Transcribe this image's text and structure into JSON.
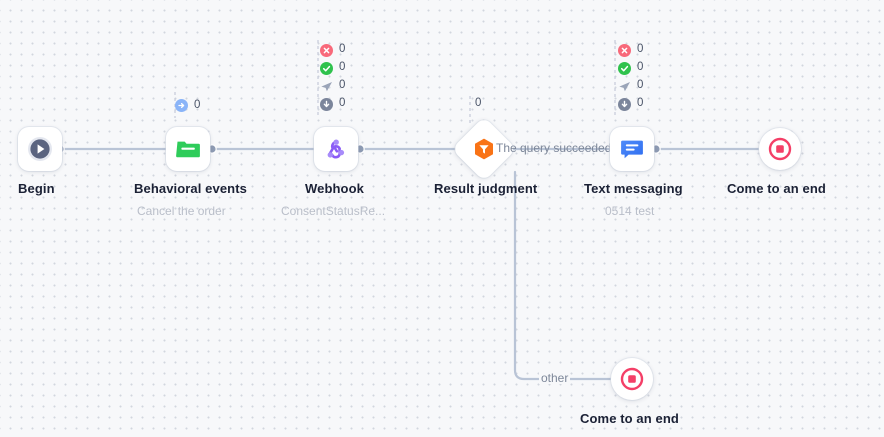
{
  "canvas": {
    "background": "#f7f8fa",
    "dot_color": "#d2d6de",
    "edge_color": "#b9c4d6"
  },
  "nodes": [
    {
      "id": "begin",
      "icon": "play-circle-icon",
      "title": "Begin",
      "subtitle": "",
      "shape": "rounded-square",
      "accent": "#5b6480"
    },
    {
      "id": "behavioral-events",
      "icon": "folder-icon",
      "title": "Behavioral events",
      "subtitle": "Cancel the order",
      "shape": "rounded-square",
      "accent": "#2ecc5a"
    },
    {
      "id": "webhook",
      "icon": "webhook-icon",
      "title": "Webhook",
      "subtitle": "ConsentStatusRe...",
      "shape": "rounded-square",
      "accent": "#8b5cf6"
    },
    {
      "id": "result-judgment",
      "icon": "filter-hexagon-icon",
      "title": "Result judgment",
      "subtitle": "",
      "shape": "diamond",
      "accent": "#f97316"
    },
    {
      "id": "text-messaging",
      "icon": "chat-bubble-icon",
      "title": "Text messaging",
      "subtitle": "0514 test",
      "shape": "rounded-square",
      "accent": "#3b82f6"
    },
    {
      "id": "end-top",
      "icon": "stop-circle-icon",
      "title": "Come to an end",
      "subtitle": "",
      "shape": "circle",
      "accent": "#f43f67"
    },
    {
      "id": "end-bottom",
      "icon": "stop-circle-icon",
      "title": "Come to an end",
      "subtitle": "",
      "shape": "circle",
      "accent": "#f43f67"
    }
  ],
  "stats": {
    "behavioral_events": {
      "icon": "arrow-right-circle-icon",
      "value": "0"
    },
    "webhook": [
      {
        "icon": "error-circle-icon",
        "label": "failed",
        "value": "0",
        "color": "#f8697a"
      },
      {
        "icon": "success-circle-icon",
        "label": "success",
        "value": "0",
        "color": "#2fc24d"
      },
      {
        "icon": "send-icon",
        "label": "sent",
        "value": "0",
        "color": "#9aa4b8"
      },
      {
        "icon": "download-circle-icon",
        "label": "received",
        "value": "0",
        "color": "#7b859b"
      }
    ],
    "result_judgment": {
      "value": "0"
    },
    "text_messaging": [
      {
        "icon": "error-circle-icon",
        "label": "failed",
        "value": "0",
        "color": "#f8697a"
      },
      {
        "icon": "success-circle-icon",
        "label": "success",
        "value": "0",
        "color": "#2fc24d"
      },
      {
        "icon": "send-icon",
        "label": "sent",
        "value": "0",
        "color": "#9aa4b8"
      },
      {
        "icon": "download-circle-icon",
        "label": "received",
        "value": "0",
        "color": "#7b859b"
      }
    ]
  },
  "edges": [
    {
      "id": "e1",
      "from": "begin",
      "to": "behavioral-events",
      "label": ""
    },
    {
      "id": "e2",
      "from": "behavioral-events",
      "to": "webhook",
      "label": ""
    },
    {
      "id": "e3",
      "from": "webhook",
      "to": "result-judgment",
      "label": ""
    },
    {
      "id": "e4",
      "from": "result-judgment",
      "to": "text-messaging",
      "label": "The query succeeded"
    },
    {
      "id": "e5",
      "from": "text-messaging",
      "to": "end-top",
      "label": ""
    },
    {
      "id": "e6",
      "from": "result-judgment",
      "to": "end-bottom",
      "label": "other"
    }
  ]
}
